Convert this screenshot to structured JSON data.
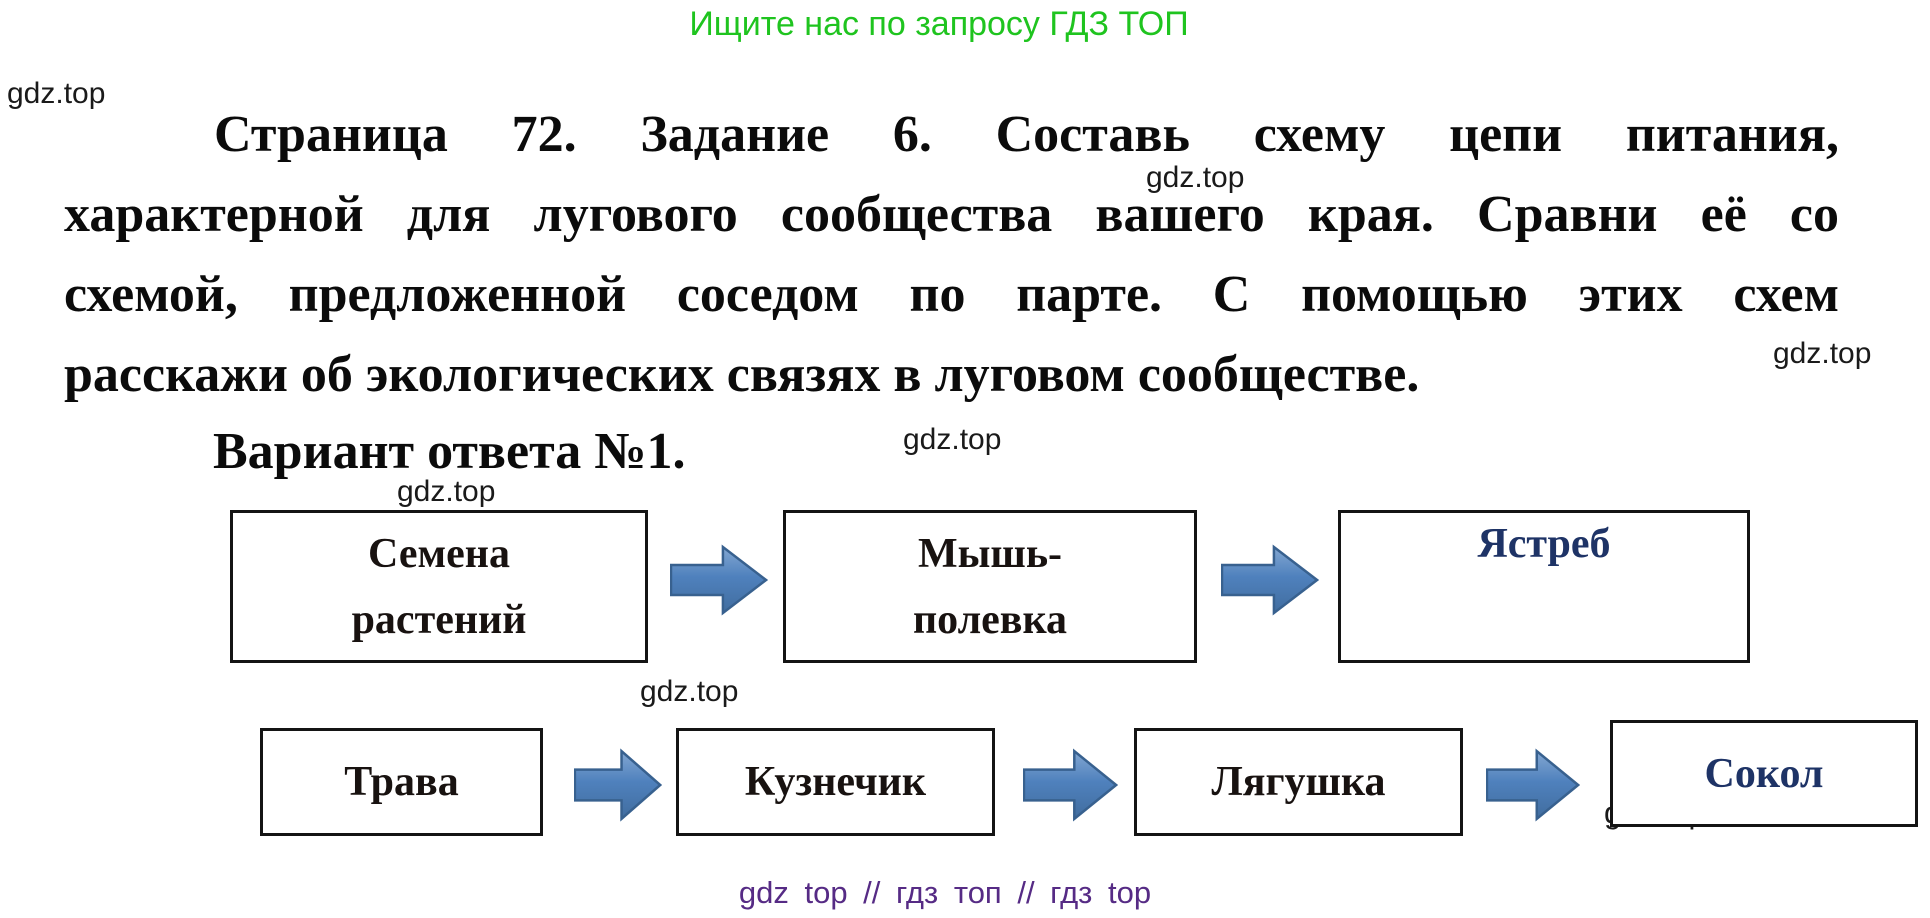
{
  "header": {
    "promo_text": "Ищите нас по запросу ГДЗ ТОП",
    "promo_color": "#1fc41f"
  },
  "watermark": {
    "text": "gdz.top"
  },
  "task": {
    "lines": [
      "Страница 72. Задание 6. Составь схему цепи питания,",
      "характерной для лугового сообщества вашего края. Сравни её со",
      "схемой, предложенной соседом по парте. С помощью этих схем",
      "расскажи об экологических связях в луговом сообществе."
    ],
    "answer_label": "Вариант ответа №1."
  },
  "diagram": {
    "arrow_color": "#4f81bd",
    "arrow_border_color": "#38618f",
    "box_border_color": "#141414",
    "label_color": "#181210",
    "accent_label_color": "#1e3366",
    "row1": {
      "box1": {
        "line1": "Семена",
        "line2": "растений"
      },
      "box2": {
        "line1": "Мышь-",
        "line2": "полевка"
      },
      "box3": {
        "label": "Ястреб"
      }
    },
    "row2": {
      "box1": {
        "label": "Трава"
      },
      "box2": {
        "label": "Кузнечик"
      },
      "box3": {
        "label": "Лягушка"
      },
      "box4": {
        "label": "Сокол"
      }
    }
  },
  "footer": {
    "text": "gdz top // гдз топ // гдз top",
    "color": "#562b85"
  }
}
